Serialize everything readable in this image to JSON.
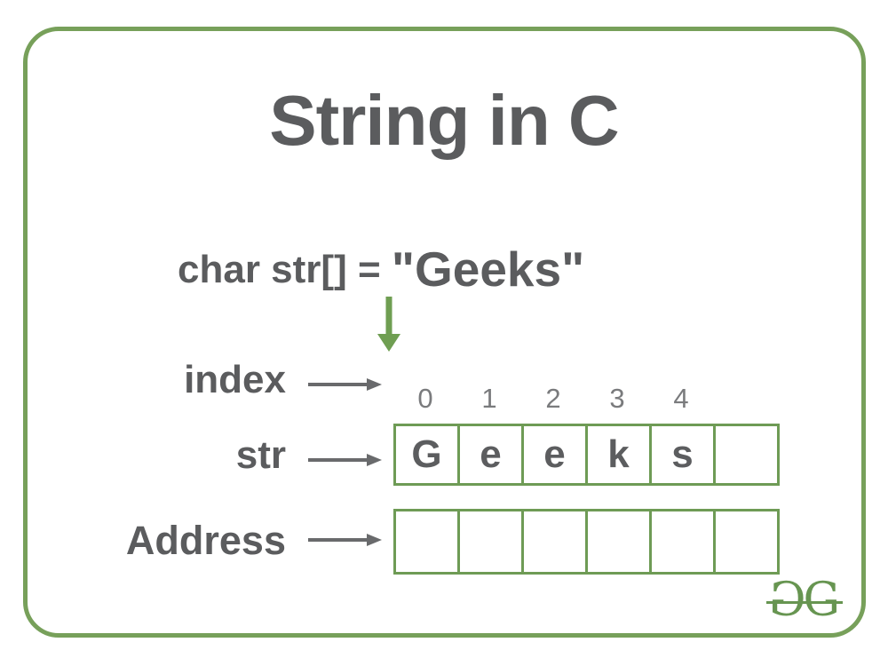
{
  "title": "String in C",
  "declaration": {
    "code": "char str[] = ",
    "value": "\"Geeks\""
  },
  "index_row": {
    "label": "index",
    "values": [
      "0",
      "1",
      "2",
      "3",
      "4"
    ]
  },
  "str_row": {
    "label": "str",
    "cells": [
      "G",
      "e",
      "e",
      "k",
      "s",
      ""
    ]
  },
  "address_row": {
    "label": "Address",
    "cells": [
      "",
      "",
      "",
      "",
      "",
      ""
    ]
  },
  "logo": {
    "letters": [
      "G",
      "G"
    ]
  },
  "colors": {
    "frame_green": "#77a05a",
    "cell_border_green": "#6e9b55",
    "arrow_green": "#6f9e52",
    "logo_green": "#679551",
    "heading_gray": "#5b5c5e",
    "index_gray": "#7a7b7d",
    "arrow_gray": "#696a6c"
  }
}
